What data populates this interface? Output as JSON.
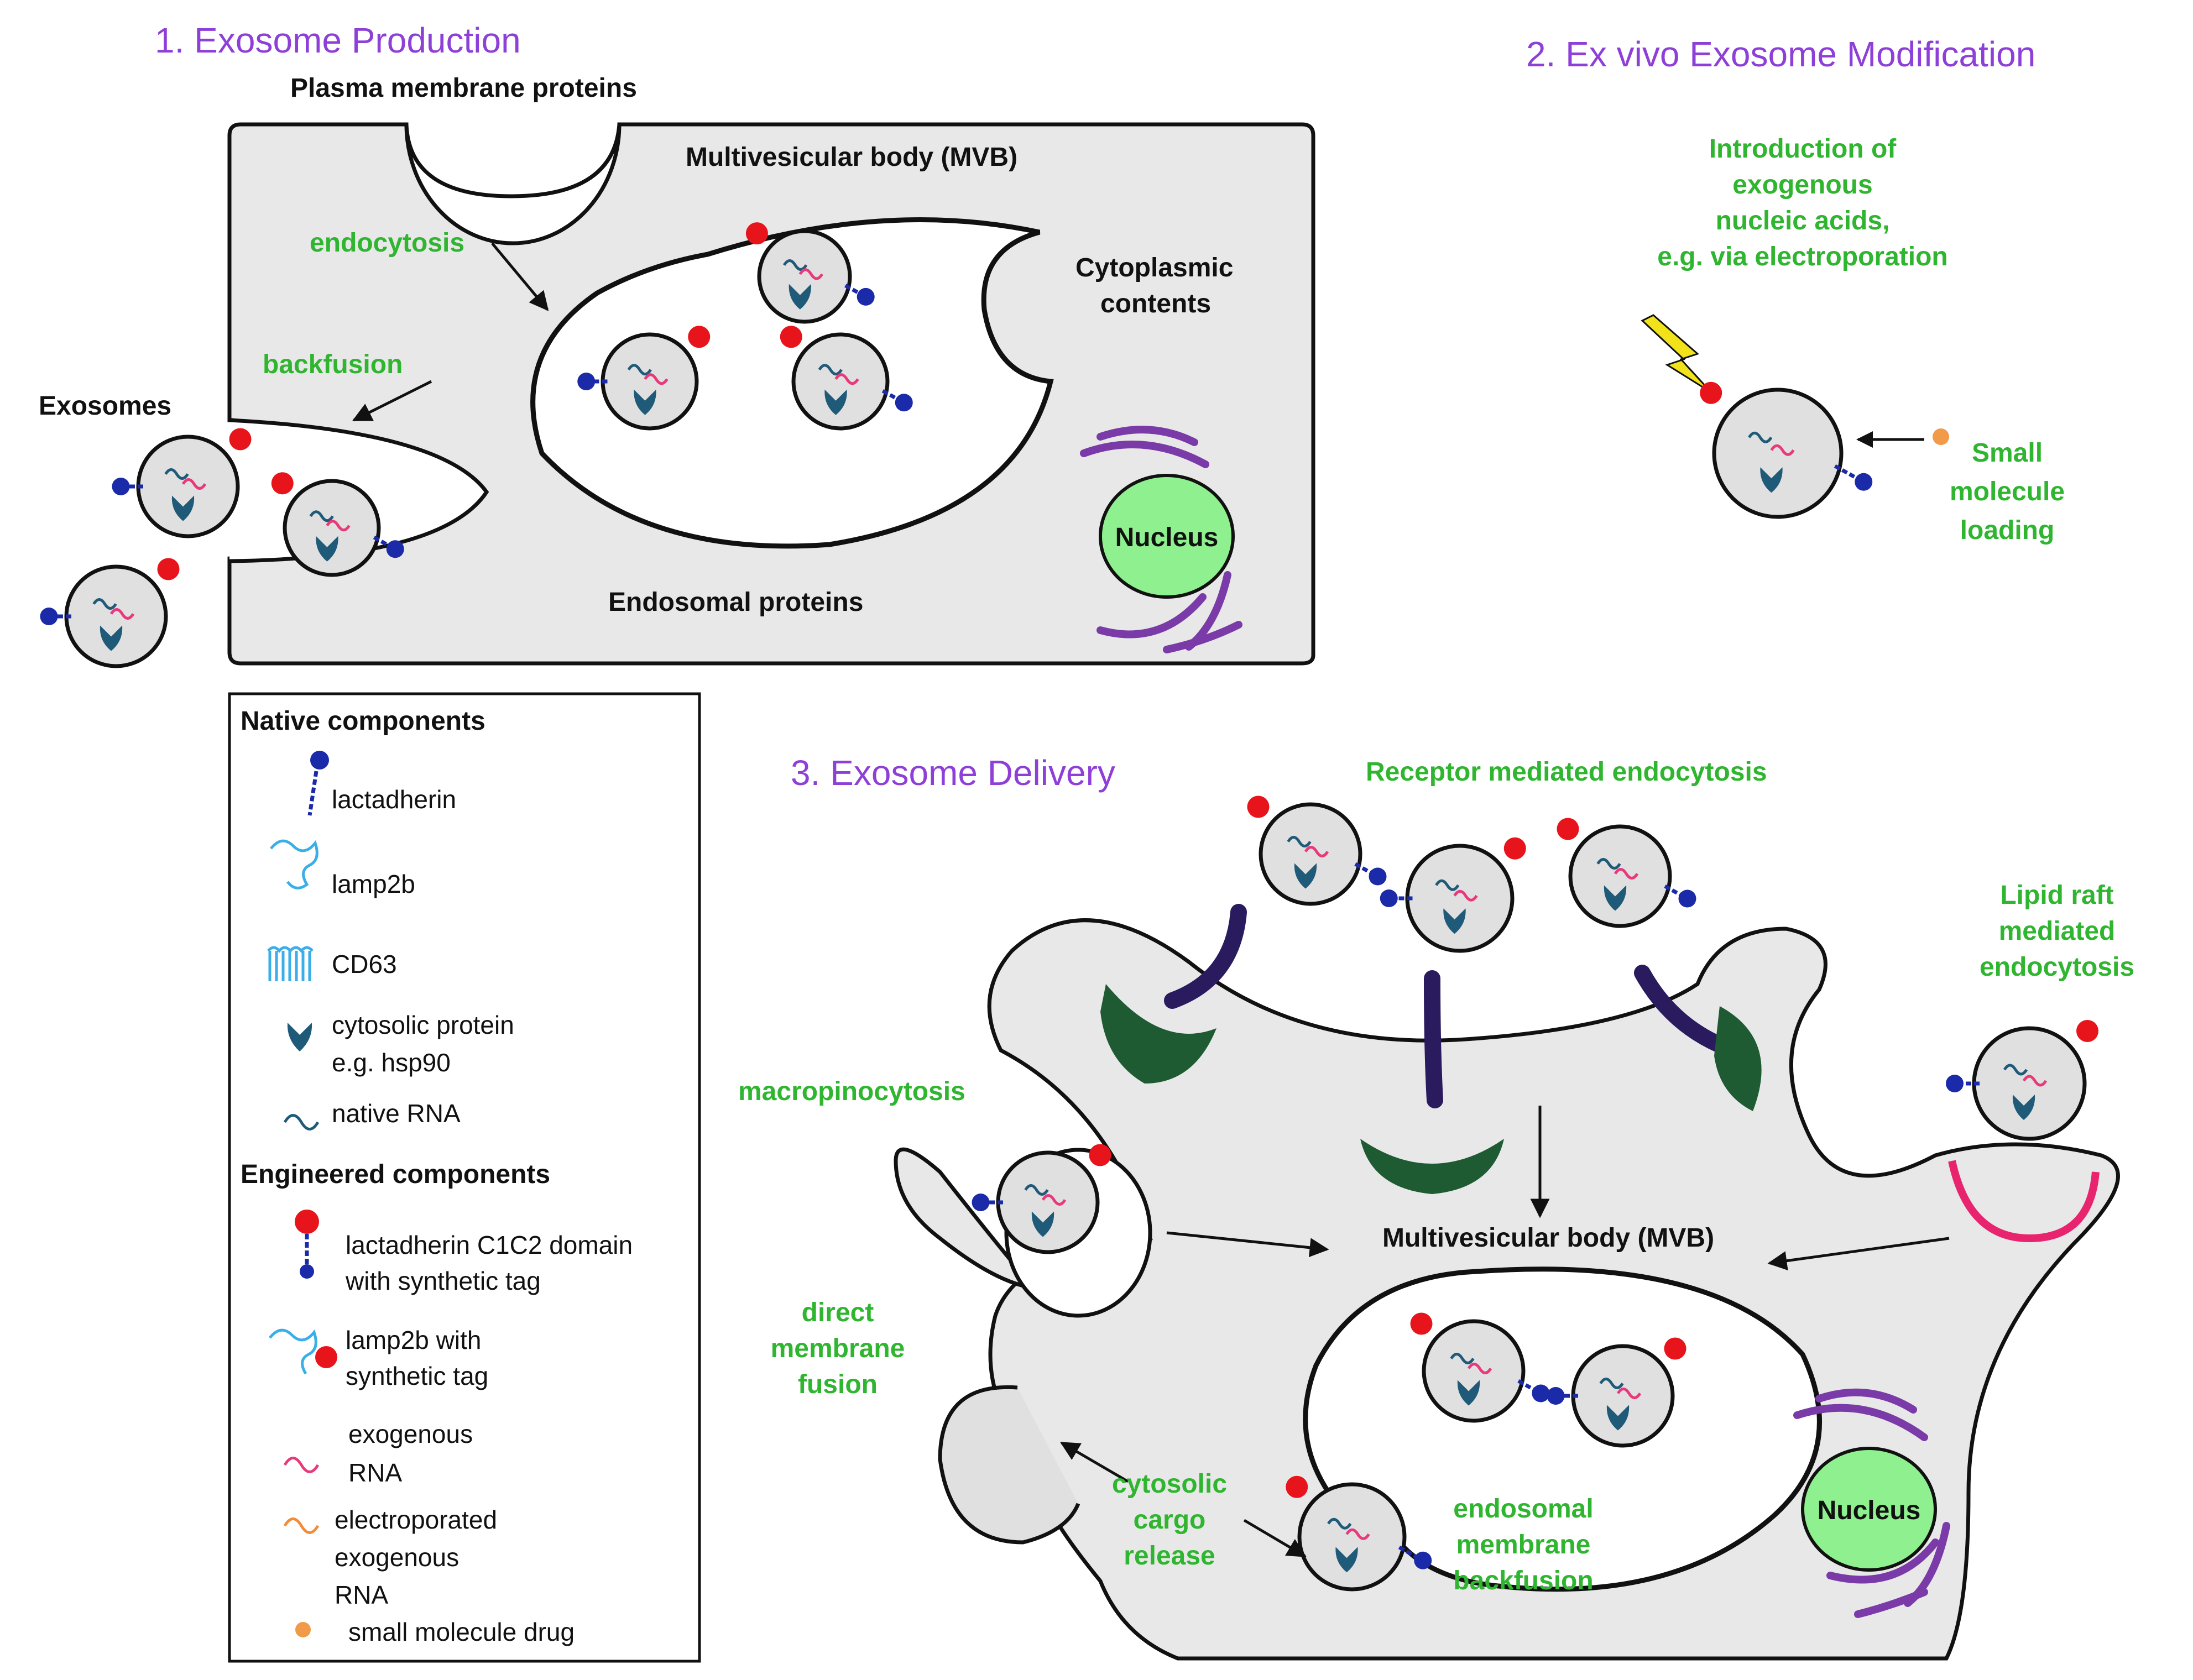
{
  "sections": {
    "production": "1. Exosome Production",
    "modification": "2. Ex vivo Exosome Modification",
    "delivery": "3. Exosome Delivery"
  },
  "production": {
    "plasma_membrane_proteins": "Plasma membrane proteins",
    "mvb": "Multivesicular body (MVB)",
    "endocytosis": "endocytosis",
    "backfusion": "backfusion",
    "exosomes": "Exosomes",
    "cytoplasmic_line1": "Cytoplasmic",
    "cytoplasmic_line2": "contents",
    "endosomal_proteins": "Endosomal proteins",
    "nucleus": "Nucleus"
  },
  "modification": {
    "intro": [
      "Introduction of",
      "exogenous",
      "nucleic acids,",
      "e.g. via electroporation"
    ],
    "small_molecule": [
      "Small",
      "molecule",
      "loading"
    ]
  },
  "delivery": {
    "receptor": "Receptor mediated endocytosis",
    "lipid_raft": [
      "Lipid raft",
      "mediated",
      "endocytosis"
    ],
    "macropinocytosis": "macropinocytosis",
    "mvb": "Multivesicular body (MVB)",
    "direct_fusion": [
      "direct",
      "membrane",
      "fusion"
    ],
    "cytosolic_release": [
      "cytosolic",
      "cargo",
      "release"
    ],
    "endosomal_backfusion": [
      "endosomal",
      "membrane",
      "backfusion"
    ],
    "nucleus": "Nucleus"
  },
  "legend": {
    "native_header": "Native components",
    "engineered_header": "Engineered components",
    "lactadherin": "lactadherin",
    "lamp2b": "lamp2b",
    "cd63": "CD63",
    "cytosolic_protein": [
      "cytosolic protein",
      "e.g. hsp90"
    ],
    "native_rna": "native RNA",
    "c1c2": [
      "lactadherin C1C2 domain",
      "with synthetic tag"
    ],
    "lamp2b_tag": [
      "lamp2b with",
      "synthetic tag"
    ],
    "exo_rna": [
      "exogenous",
      "RNA"
    ],
    "electro_rna": [
      "electroporated",
      "exogenous",
      "RNA"
    ],
    "small_drug": "small molecule drug"
  },
  "colors": {
    "section_title": "#8e3fd8",
    "process_label": "#2fb52f",
    "cell_fill": "#e8e8e8",
    "lactadherin": "#1a2aa8",
    "tag": "#e8141c",
    "lamp2b": "#3aaee8",
    "cytosolic_protein": "#1f5a78",
    "native_rna": "#1f5a78",
    "exogenous_rna": "#e83a7a",
    "electroporated_rna": "#f08c3a",
    "drug": "#f09a4a",
    "nucleus": "#8ef08e",
    "golgi": "#7a3aa8",
    "receptor": "#2a1a5e",
    "clathrin": "#1e5a32",
    "lipid_raft": "#e8246e",
    "lightning": "#f2e21c"
  }
}
